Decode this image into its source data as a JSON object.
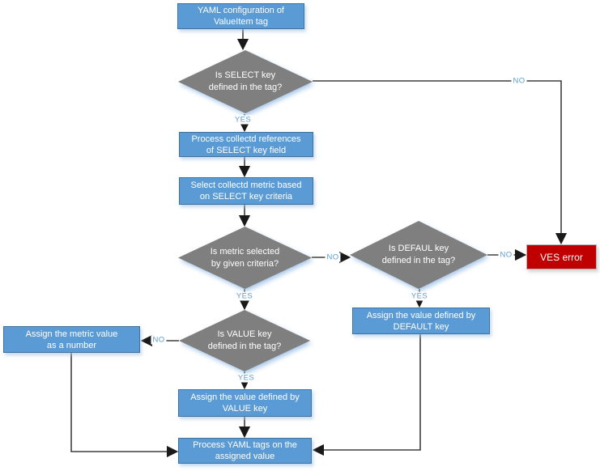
{
  "diagram": {
    "nodes": {
      "yaml_config": {
        "label": "YAML configuration of\nValueItem tag"
      },
      "select_key": {
        "label": "Is SELECT key\ndefined in the tag?"
      },
      "process_refs": {
        "label": "Process collectd references\nof SELECT key field"
      },
      "select_metric": {
        "label": "Select collectd metric based\non SELECT key criteria"
      },
      "metric_selected": {
        "label": "Is metric selected\nby given criteria?"
      },
      "default_key": {
        "label": "Is DEFAUL key\ndefined in the tag?"
      },
      "ves_error": {
        "label": "VES error"
      },
      "assign_default": {
        "label": "Assign the value defined by\nDEFAULT key"
      },
      "value_key": {
        "label": "Is VALUE key\ndefined in the tag?"
      },
      "assign_metric": {
        "label": "Assign the metric value\nas a number"
      },
      "assign_value": {
        "label": "Assign the value defined by\nVALUE key"
      },
      "process_yaml": {
        "label": "Process YAML tags on the\nassigned value"
      }
    },
    "labels": {
      "yes": "YES",
      "no": "NO"
    },
    "colors": {
      "process_fill": "#5B9BD5",
      "process_border": "#41719C",
      "decision_fill": "#7F7F7F",
      "error_fill": "#C00000",
      "error_border": "#B5B5B5",
      "connector": "#3F3F3F",
      "arrowhead": "#1A1A1A",
      "edge_label_text": "#5B9BD5",
      "node_text": "#FFFFFF"
    }
  }
}
